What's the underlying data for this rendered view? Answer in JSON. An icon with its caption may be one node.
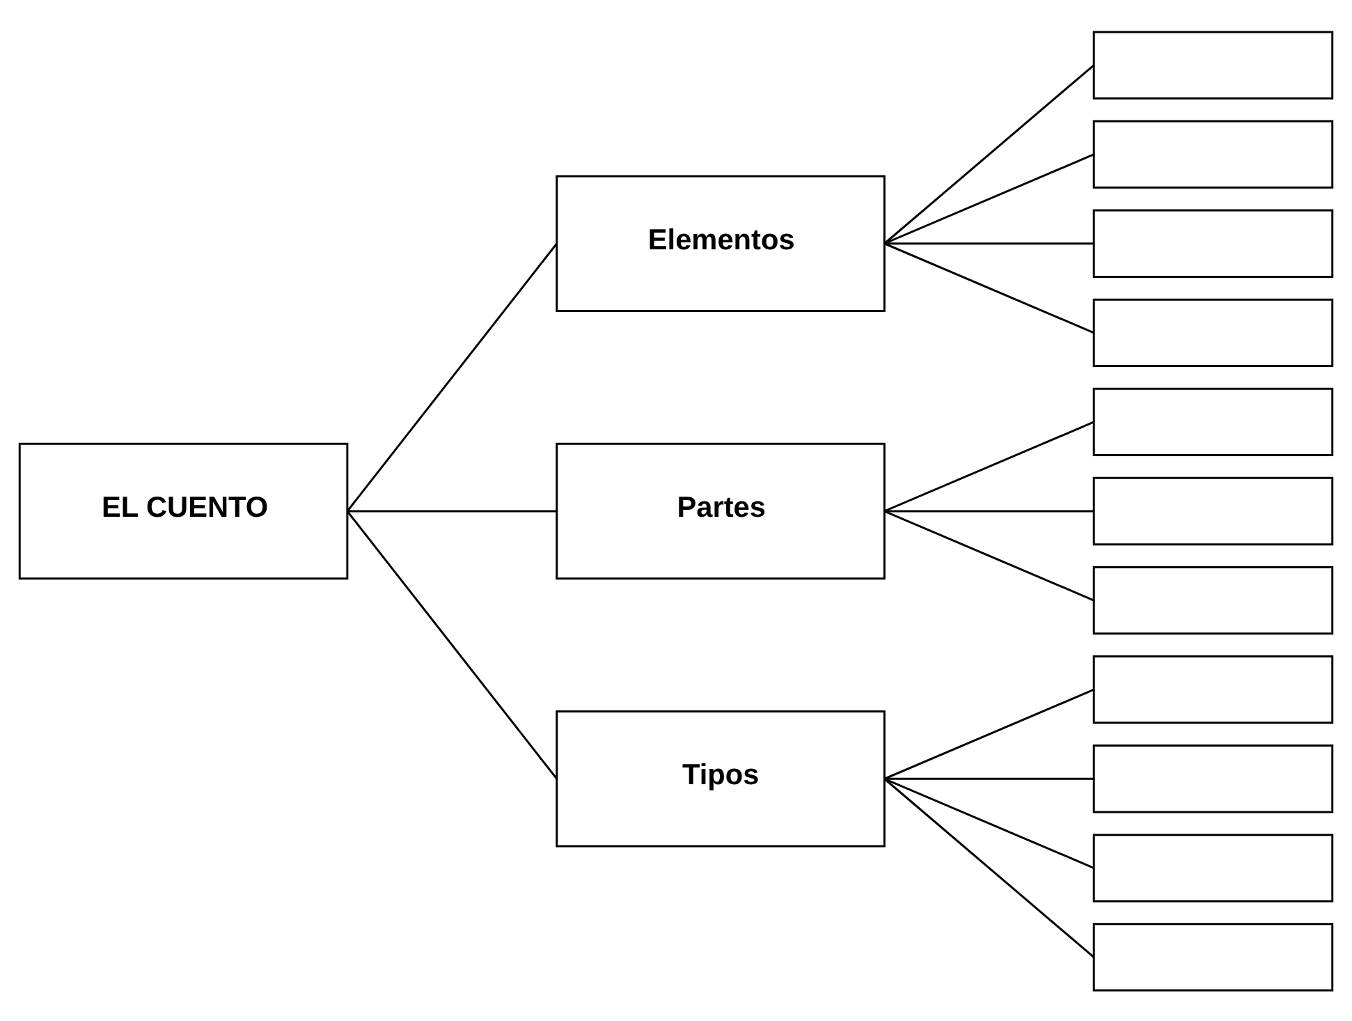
{
  "diagram": {
    "nodes": [
      {
        "text": [
          "EL CUENTO"
        ]
      },
      {
        "text": [
          "Elementos"
        ]
      },
      {
        "text": [
          "Partes"
        ]
      },
      {
        "text": [
          "Tipos"
        ]
      },
      {
        "text": [],
        "shape": "box"
      },
      {
        "text": [],
        "shape": "box"
      },
      {
        "text": [],
        "shape": "box"
      },
      {
        "text": [],
        "shape": "box"
      },
      {
        "text": [],
        "shape": "box"
      },
      {
        "text": [],
        "shape": "box"
      },
      {
        "text": [],
        "shape": "box"
      },
      {
        "text": [],
        "shape": "box"
      },
      {
        "text": [],
        "shape": "box"
      },
      {
        "text": [],
        "shape": "box"
      },
      {
        "text": [],
        "shape": "box"
      }
    ],
    "edges": [
      {
        "from": 0,
        "to": 1,
        "arrow": "none"
      },
      {
        "from": 0,
        "to": 2,
        "arrow": "none"
      },
      {
        "from": 0,
        "to": 3,
        "arrow": "none"
      },
      {
        "from": 1,
        "to": 4,
        "arrow": "none"
      },
      {
        "from": 1,
        "to": 5,
        "arrow": "none"
      },
      {
        "from": 1,
        "to": 6,
        "arrow": "none"
      },
      {
        "from": 1,
        "to": 7,
        "arrow": "none"
      },
      {
        "from": 2,
        "to": 8,
        "arrow": "none"
      },
      {
        "from": 2,
        "to": 9,
        "arrow": "none"
      },
      {
        "from": 2,
        "to": 10,
        "arrow": "none"
      },
      {
        "from": 3,
        "to": 11,
        "arrow": "none"
      },
      {
        "from": 3,
        "to": 12,
        "arrow": "none"
      },
      {
        "from": 3,
        "to": 13,
        "arrow": "none"
      },
      {
        "from": 3,
        "to": 14,
        "arrow": "none"
      }
    ]
  }
}
